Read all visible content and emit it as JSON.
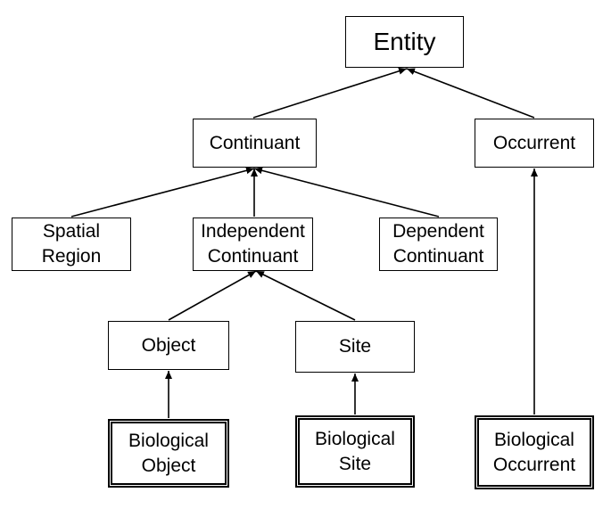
{
  "nodes": {
    "entity": "Entity",
    "continuant": "Continuant",
    "occurrent": "Occurrent",
    "spatial_region": "Spatial\nRegion",
    "independent_continuant": "Independent\nContinuant",
    "dependent_continuant": "Dependent\nContinuant",
    "object": "Object",
    "site": "Site",
    "biological_object": "Biological\nObject",
    "biological_site": "Biological\nSite",
    "biological_occurrent": "Biological\nOccurrent"
  },
  "edges": [
    {
      "from": "continuant",
      "to": "entity"
    },
    {
      "from": "occurrent",
      "to": "entity"
    },
    {
      "from": "spatial_region",
      "to": "continuant"
    },
    {
      "from": "independent_continuant",
      "to": "continuant"
    },
    {
      "from": "dependent_continuant",
      "to": "continuant"
    },
    {
      "from": "object",
      "to": "independent_continuant"
    },
    {
      "from": "site",
      "to": "independent_continuant"
    },
    {
      "from": "biological_object",
      "to": "object"
    },
    {
      "from": "biological_site",
      "to": "site"
    },
    {
      "from": "biological_occurrent",
      "to": "occurrent"
    }
  ]
}
